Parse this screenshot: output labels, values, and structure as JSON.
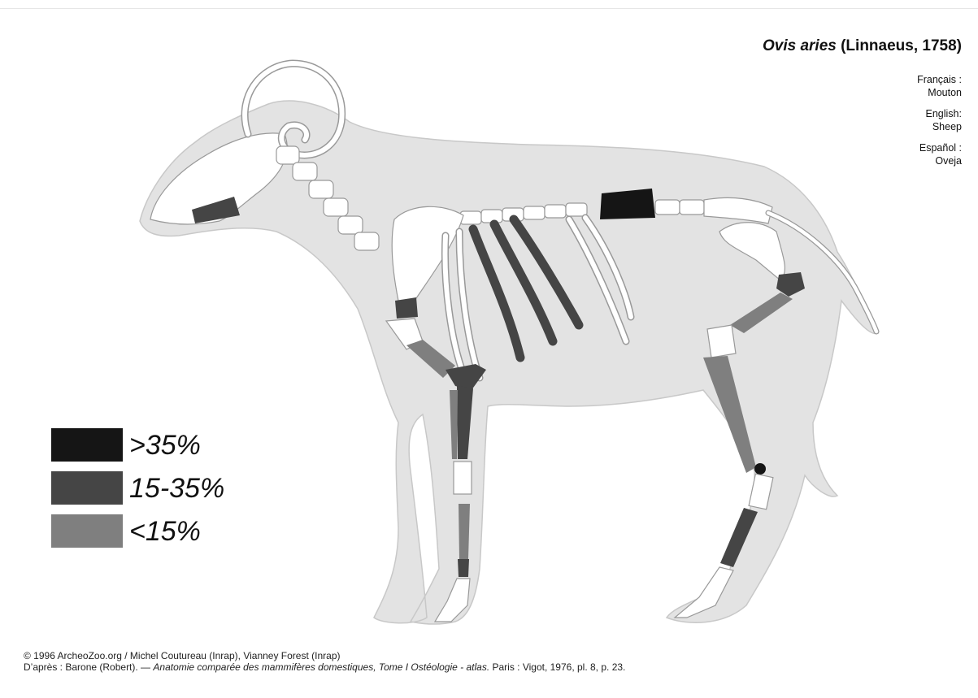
{
  "header": {
    "scientific_name": "Ovis aries",
    "authority": "(Linnaeus, 1758)"
  },
  "common_names": [
    {
      "language": "Français :",
      "name": "Mouton"
    },
    {
      "language": "English:",
      "name": "Sheep"
    },
    {
      "language": "Español :",
      "name": "Oveja"
    }
  ],
  "legend": [
    {
      "label": ">35%",
      "color": "#151515"
    },
    {
      "label": "15-35%",
      "color": "#454545"
    },
    {
      "label": "<15%",
      "color": "#7f7f7f"
    }
  ],
  "colors": {
    "silhouette": "#e3e3e3",
    "bone_fill": "#ffffff",
    "bone_outline": "#999999"
  },
  "credits": {
    "line1": "© 1996 ArcheoZoo.org / Michel Coutureau (Inrap), Vianney Forest (Inrap)",
    "line2_prefix": "D’après : Barone (Robert). — ",
    "line2_title": "Anatomie comparée des mammifères domestiques, Tome I Ostéologie - atlas.",
    "line2_suffix": " Paris : Vigot, 1976, pl. 8, p. 23."
  }
}
